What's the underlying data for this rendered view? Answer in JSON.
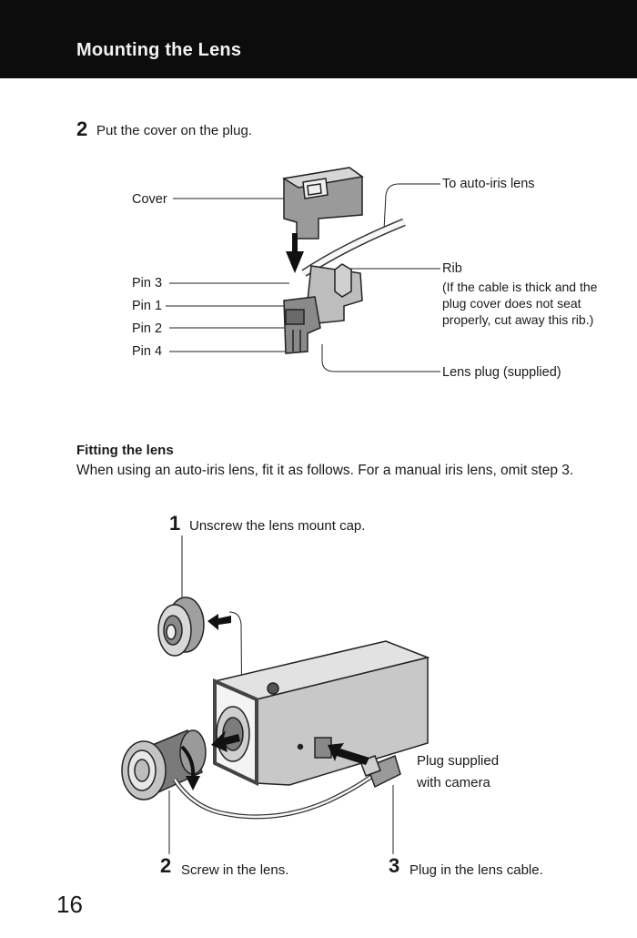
{
  "header": {
    "title": "Mounting the Lens"
  },
  "step_a": {
    "number": "2",
    "text": "Put the cover on the plug."
  },
  "figure1": {
    "labels": {
      "cover": "Cover",
      "pin3": "Pin 3",
      "pin1": "Pin 1",
      "pin2": "Pin 2",
      "pin4": "Pin 4",
      "to_lens": "To auto-iris lens",
      "rib": "Rib",
      "rib_note": "(If the cable is thick and the plug cover does not seat properly, cut away this rib.)",
      "lens_plug": "Lens plug (supplied)"
    }
  },
  "fitting": {
    "title": "Fitting the lens",
    "text": "When using an auto-iris lens, fit it as follows. For a manual iris lens, omit step 3."
  },
  "figure2": {
    "step1": {
      "number": "1",
      "text": "Unscrew the lens mount cap."
    },
    "step2": {
      "number": "2",
      "text": "Screw in the lens."
    },
    "step3": {
      "number": "3",
      "text": "Plug in the lens cable."
    },
    "plug_label": "Plug supplied\nwith camera"
  },
  "page_number": "16"
}
